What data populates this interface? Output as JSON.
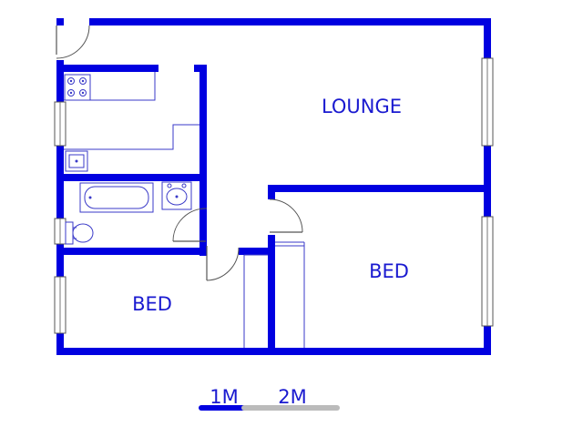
{
  "rooms": {
    "lounge": "LOUNGE",
    "bed_right": "BED",
    "bed_left": "BED"
  },
  "scale_bar": {
    "label_1": "1M",
    "label_2": "2M",
    "colors": {
      "filled": "#0000e0",
      "empty": "#bbbbbb"
    }
  },
  "colors": {
    "wall": "#0000e0",
    "label": "#1a1ad0"
  }
}
